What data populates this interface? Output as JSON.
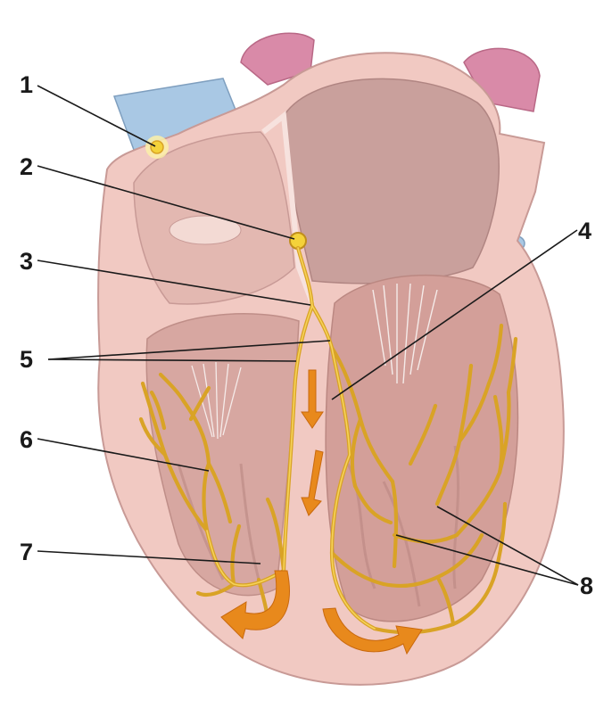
{
  "diagram": {
    "labels": [
      {
        "id": "1",
        "text": "1"
      },
      {
        "id": "2",
        "text": "2"
      },
      {
        "id": "3",
        "text": "3"
      },
      {
        "id": "4",
        "text": "4"
      },
      {
        "id": "5",
        "text": "5"
      },
      {
        "id": "6",
        "text": "6"
      },
      {
        "id": "7",
        "text": "7"
      },
      {
        "id": "8",
        "text": "8"
      }
    ],
    "colors": {
      "conduction": "#d9a326",
      "arrows": "#e8891c",
      "myocardium": "#f1c9c2",
      "chamber": "#c89a96",
      "vein": "#a9c8e4",
      "artery": "#d98aa8",
      "node": "#f4e15c"
    }
  }
}
